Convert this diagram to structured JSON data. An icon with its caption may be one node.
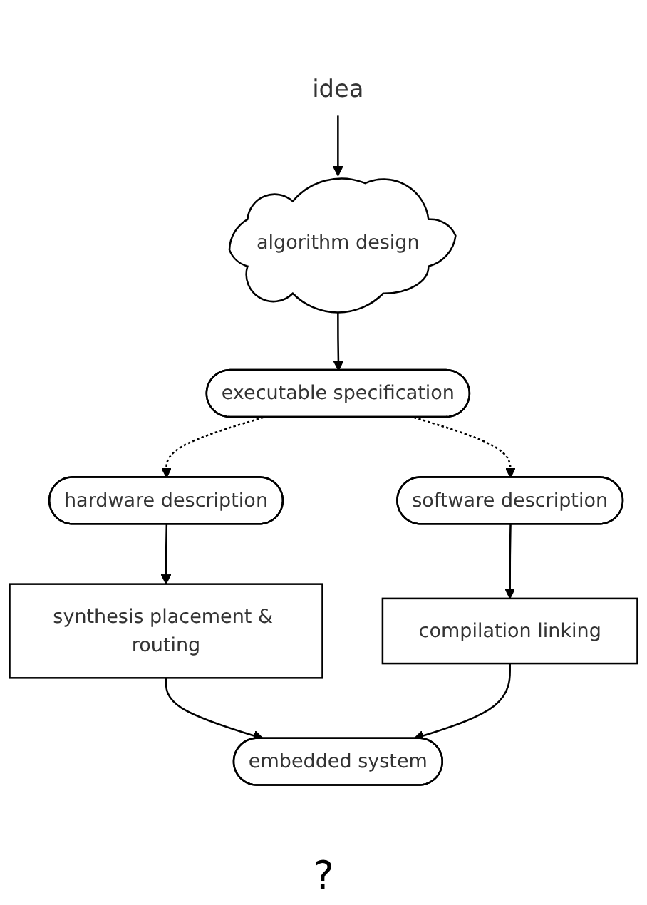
{
  "diagram": {
    "nodes": [
      {
        "text": [
          "idea"
        ]
      },
      {
        "text": [
          "algorithm design"
        ]
      },
      {
        "text": [
          "executable specification"
        ]
      },
      {
        "text": [
          "hardware description"
        ]
      },
      {
        "text": [
          "software description"
        ]
      },
      {
        "text": [
          "synthesis placement & routing"
        ]
      },
      {
        "text": [
          "compilation linking"
        ]
      },
      {
        "text": [
          "embedded system"
        ]
      }
    ],
    "edges": [
      {
        "from": 0,
        "to": 1,
        "arrow": "to"
      },
      {
        "from": 1,
        "to": 2,
        "arrow": "to"
      },
      {
        "from": 2,
        "to": 3,
        "arrow": "to",
        "style": "dashed"
      },
      {
        "from": 2,
        "to": 4,
        "arrow": "to",
        "style": "dashed"
      },
      {
        "from": 3,
        "to": 5,
        "arrow": "to"
      },
      {
        "from": 4,
        "to": 6,
        "arrow": "to"
      },
      {
        "from": 5,
        "to": 7,
        "arrow": "to"
      },
      {
        "from": 6,
        "to": 7,
        "arrow": "to"
      }
    ],
    "labels": [
      "?"
    ]
  }
}
